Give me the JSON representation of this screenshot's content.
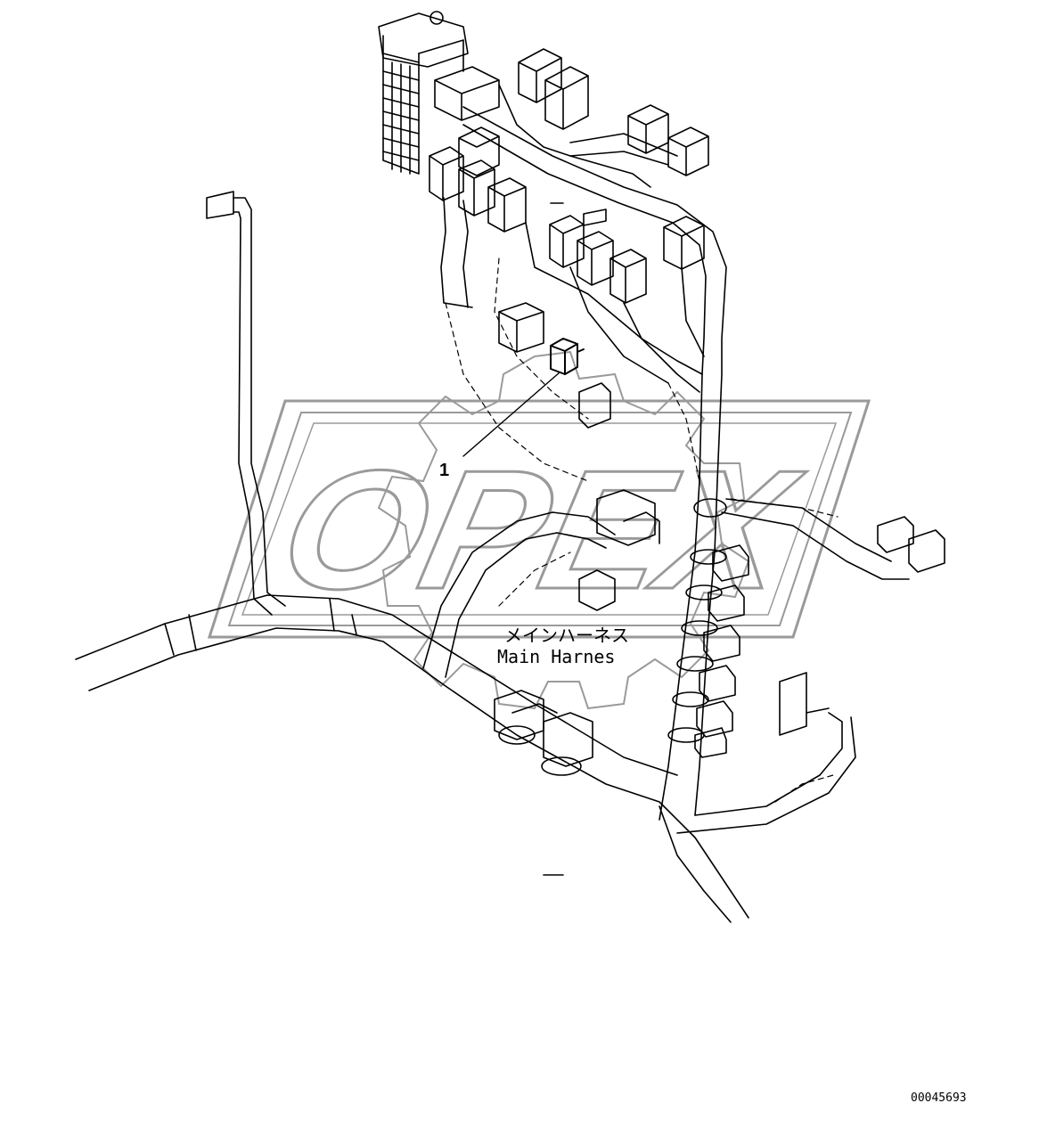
{
  "diagram": {
    "callouts": [
      {
        "number": "1"
      }
    ],
    "harness_label_jp": "メインハーネス",
    "harness_label_en": "Main Harnes",
    "drawing_code": "00045693",
    "watermark": "OPEX"
  },
  "colors": {
    "line": "#000000",
    "watermark": "#9a9a9a",
    "background": "#ffffff"
  }
}
